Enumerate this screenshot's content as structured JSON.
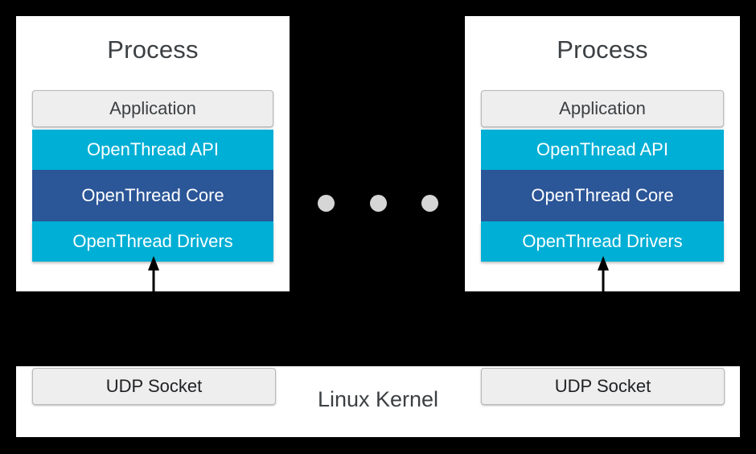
{
  "diagram": {
    "background_color": "#000000",
    "accent_cyan": "#00afd5",
    "accent_blue": "#2b5697",
    "neutral_box": "#eeeeee",
    "text_dark": "#3c4043"
  },
  "processes": [
    {
      "title": "Process",
      "layers": [
        {
          "label": "Application",
          "style": "neutral"
        },
        {
          "label": "OpenThread API",
          "style": "cyan"
        },
        {
          "label": "OpenThread Core",
          "style": "blue"
        },
        {
          "label": "OpenThread Drivers",
          "style": "cyan"
        }
      ]
    },
    {
      "title": "Process",
      "layers": [
        {
          "label": "Application",
          "style": "neutral"
        },
        {
          "label": "OpenThread API",
          "style": "cyan"
        },
        {
          "label": "OpenThread Core",
          "style": "blue"
        },
        {
          "label": "OpenThread Drivers",
          "style": "cyan"
        }
      ]
    }
  ],
  "ellipsis": {
    "dot_count": 3,
    "color": "#d6d6d6"
  },
  "kernel": {
    "label": "Linux Kernel",
    "sockets": [
      {
        "label": "UDP Socket"
      },
      {
        "label": "UDP Socket"
      }
    ]
  },
  "arrows": [
    {
      "name": "udp-socket-to-drivers-left",
      "direction": "up"
    },
    {
      "name": "udp-socket-to-drivers-right",
      "direction": "up"
    }
  ]
}
